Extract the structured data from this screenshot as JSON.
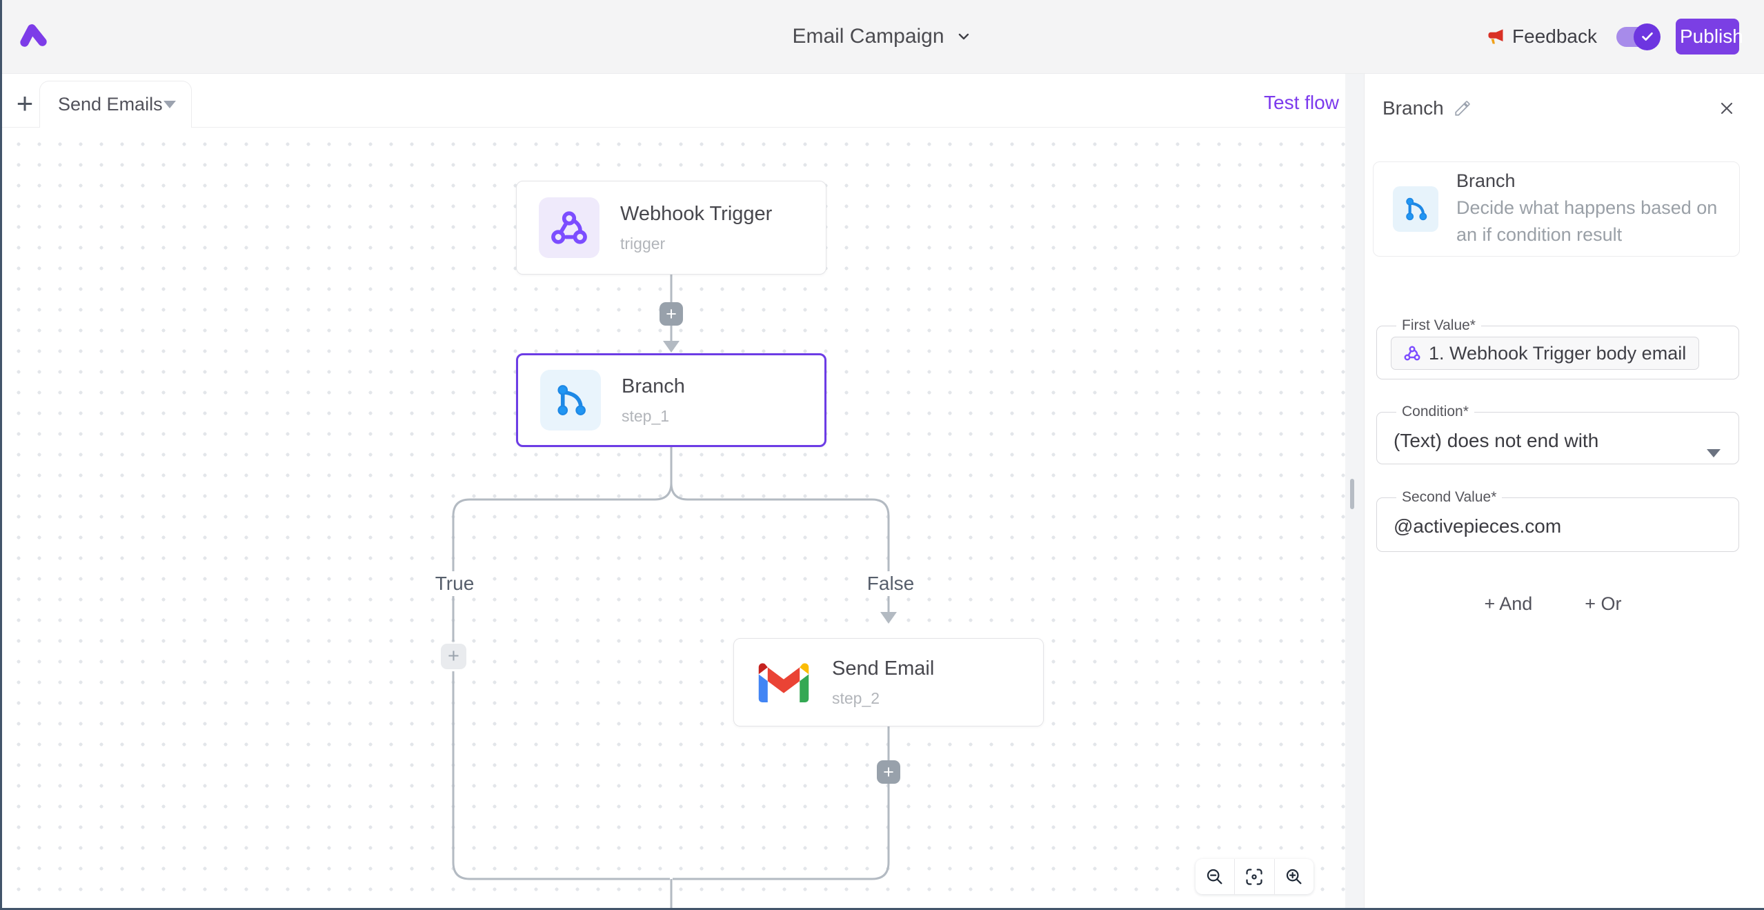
{
  "header": {
    "title": "Email Campaign",
    "feedback": "Feedback",
    "publish": "Publish"
  },
  "flow_tab": {
    "label": "Send Emails"
  },
  "canvas": {
    "test_flow": "Test flow",
    "nodes": [
      {
        "title": "Webhook Trigger",
        "subtitle": "trigger"
      },
      {
        "title": "Branch",
        "subtitle": "step_1"
      },
      {
        "title": "Send Email",
        "subtitle": "step_2"
      }
    ],
    "true_label": "True",
    "false_label": "False"
  },
  "panel": {
    "title": "Branch",
    "piece_name": "Branch",
    "piece_description": "Decide what happens based on an if condition result",
    "first_value_label": "First Value*",
    "first_value_token": "1. Webhook Trigger body email",
    "condition_label": "Condition*",
    "condition_value": "(Text) does not end with",
    "second_value_label": "Second Value*",
    "second_value": "@activepieces.com",
    "and_button": "+ And",
    "or_button": "+ Or"
  },
  "icons": {
    "plus": "+"
  },
  "colors": {
    "accent": "#7b3fe4",
    "selected_border": "#6c3ce5",
    "test_flow_link": "#7c3aed",
    "branch_blue": "#1e88e5",
    "webhook_purple": "#7c4dff"
  }
}
